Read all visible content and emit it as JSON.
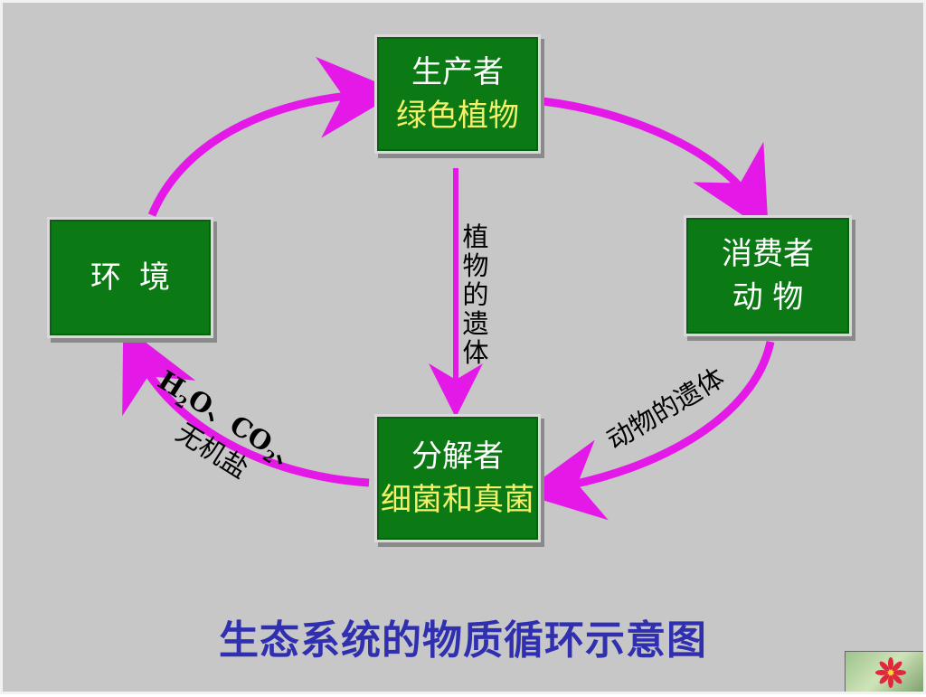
{
  "nodes": {
    "producer": {
      "line1": "生产者",
      "line2": "绿色植物"
    },
    "consumer": {
      "line1": "消费者",
      "line2": "动 物"
    },
    "environment": {
      "line1": "环境"
    },
    "decomposer": {
      "line1": "分解者",
      "line2": "细菌和真菌"
    }
  },
  "edge_labels": {
    "plant_remains": "植物的遗体",
    "animal_remains": "动物的遗体",
    "inorganic_h2o": "H",
    "inorganic_h2o_sub": "2",
    "inorganic_mid": "O、CO",
    "inorganic_co2_sub": "2",
    "inorganic_tail": "、",
    "inorganic_line2": "无机盐"
  },
  "caption": "生态系统的物质循环示意图",
  "colors": {
    "background": "#c7c7c7",
    "node_fill": "#0b7a14",
    "node_subtitle": "#f4f06a",
    "arrow": "#e419e8",
    "caption": "#2f2fb0"
  },
  "thumbnail_icon": "flower-thumbnail-icon"
}
